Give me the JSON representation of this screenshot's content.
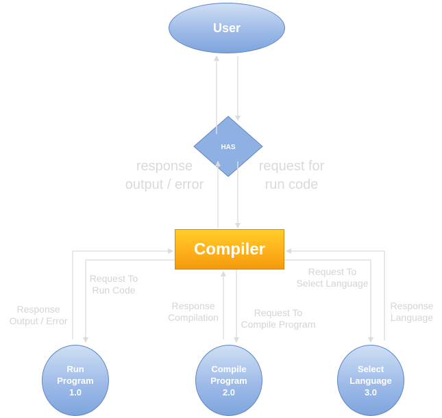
{
  "nodes": {
    "user": "User",
    "has": "HAS",
    "compiler": "Compiler",
    "run_program": "Run\nProgram\n1.0",
    "compile_program": "Compile\nProgram\n2.0",
    "select_language": "Select\nLanguage\n3.0"
  },
  "labels": {
    "response_output_error_big": "response\noutput / error",
    "request_for_run_code": "request for\nrun code",
    "request_to_run_code": "Request To\nRun Code",
    "response_output_error": "Response\nOutput / Error",
    "response_compilation": "Response\nCompilation",
    "request_to_compile_program": "Request To\nCompile Program",
    "request_to_select_language": "Request To\nSelect Language",
    "response_language": "Response\nLanguage"
  },
  "colors": {
    "node_blue": "#9ebbe8",
    "node_border": "#5b84c4",
    "compiler_orange": "#ffb31e",
    "edge_gray": "#e0e0e0",
    "label_gray": "#d4d4d4"
  }
}
